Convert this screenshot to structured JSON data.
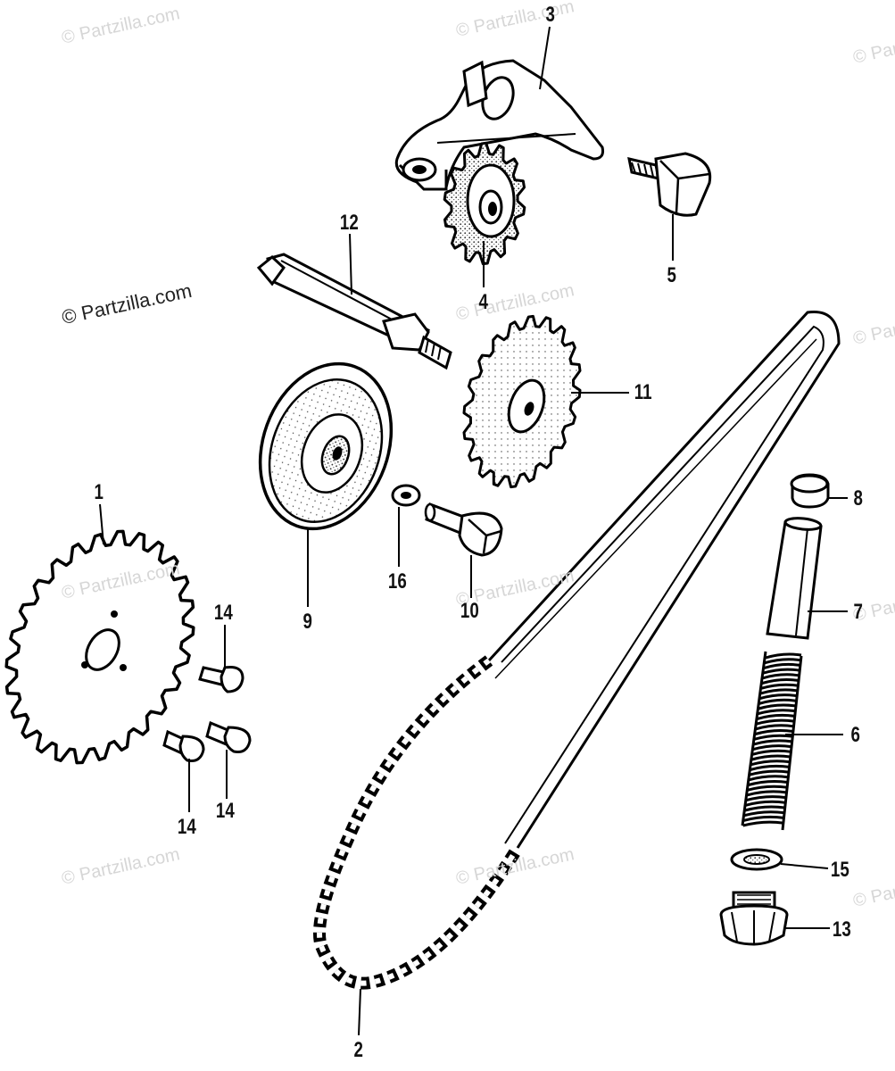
{
  "watermark": "© Partzilla.com",
  "callouts": {
    "p1": "1",
    "p2": "2",
    "p3": "3",
    "p4": "4",
    "p5": "5",
    "p6": "6",
    "p7": "7",
    "p8": "8",
    "p9": "9",
    "p10": "10",
    "p11": "11",
    "p12": "12",
    "p13": "13",
    "p14a": "14",
    "p14b": "14",
    "p14c": "14",
    "p15": "15",
    "p16": "16"
  }
}
